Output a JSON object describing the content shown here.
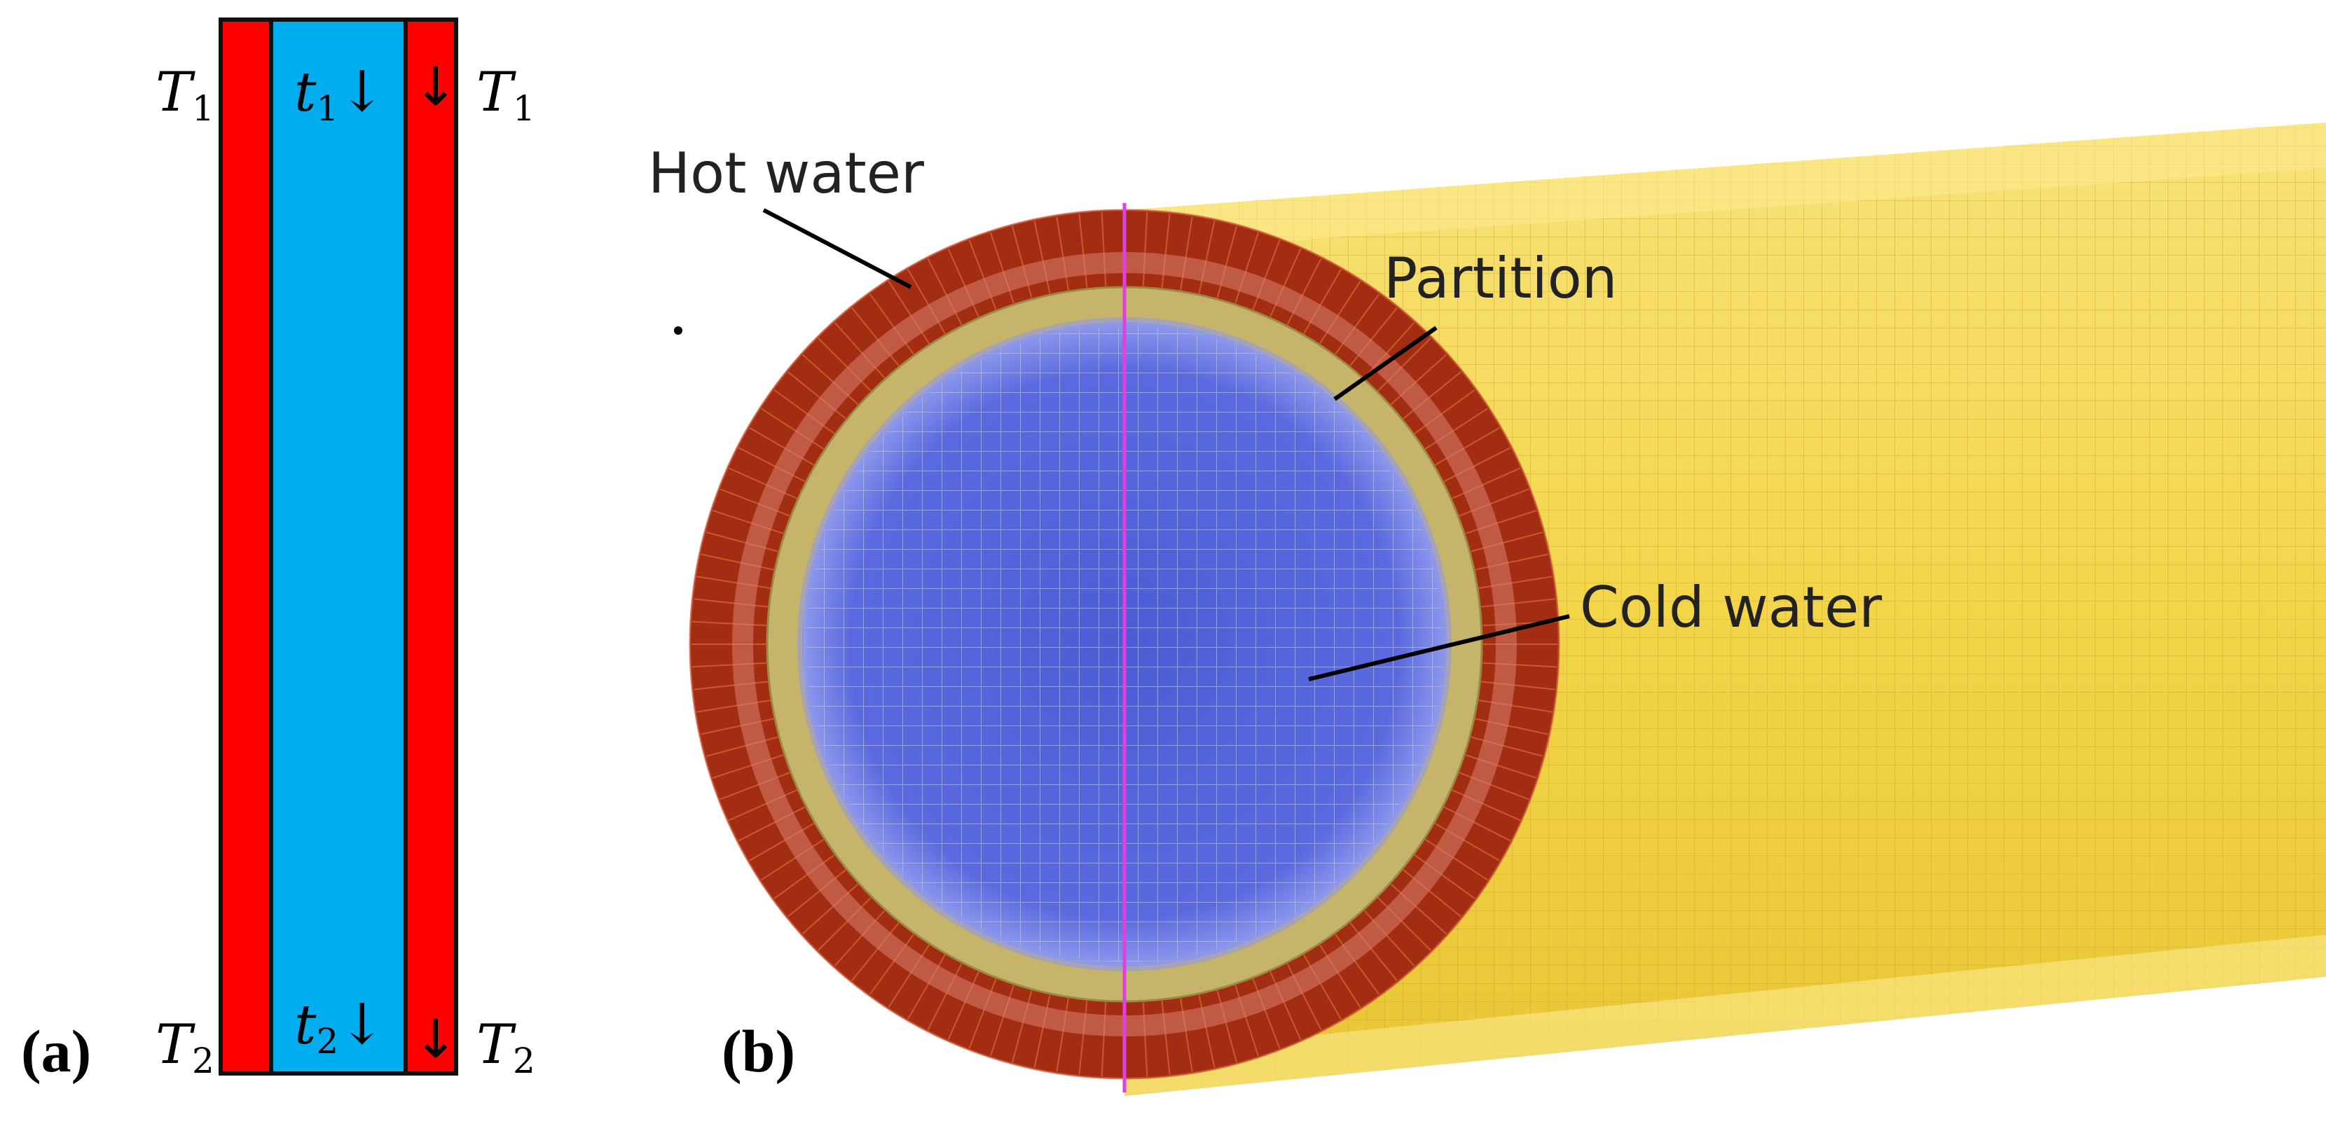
{
  "panel_a": {
    "label": "(a)",
    "top_left": {
      "sym": "T",
      "sub": "1"
    },
    "top_center": {
      "sym": "t",
      "sub": "1",
      "arrow": "↓"
    },
    "top_right_arrow": "↓",
    "top_right": {
      "sym": "T",
      "sub": "1"
    },
    "bottom_left": {
      "sym": "T",
      "sub": "2"
    },
    "bottom_center": {
      "sym": "t",
      "sub": "2",
      "arrow": "↓"
    },
    "bottom_right_arrow": "↓",
    "bottom_right": {
      "sym": "T",
      "sub": "2"
    }
  },
  "panel_b": {
    "label": "(b)",
    "hot_label": "Hot water",
    "partition_label": "Partition",
    "cold_label": "Cold water"
  },
  "colors": {
    "hot": "#ff0000",
    "cold": "#00aeef",
    "outline": "#111111",
    "mesh_hot": "#9c2a12",
    "mesh_partition": "#c8b56a",
    "mesh_cold": "#5464d8",
    "tube": "#f2d64a",
    "axis_line": "#e040e0"
  }
}
